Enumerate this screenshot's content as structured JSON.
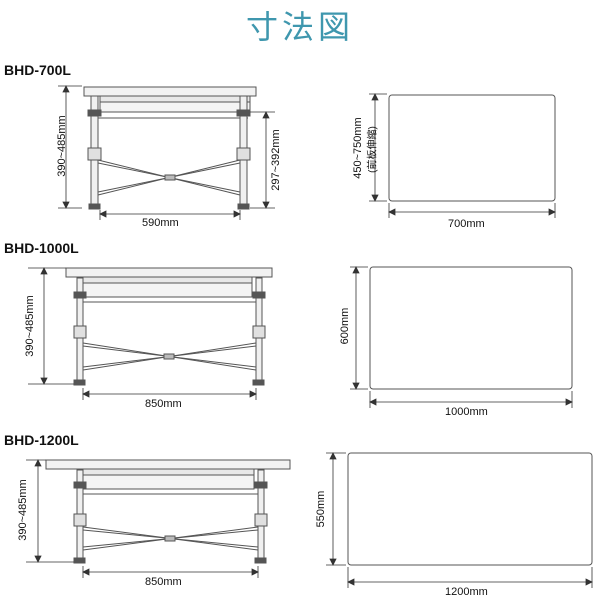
{
  "page": {
    "title": "寸法図"
  },
  "products": [
    {
      "model": "BHD-700L",
      "side_height": "390~485mm",
      "side_width": "590mm",
      "inner_height": "297~392mm",
      "top_depth": "450~750mm",
      "top_depth_note": "(前板伸縮)",
      "top_width": "700mm"
    },
    {
      "model": "BHD-1000L",
      "side_height": "390~485mm",
      "side_width": "850mm",
      "top_depth": "600mm",
      "top_width": "1000mm"
    },
    {
      "model": "BHD-1200L",
      "side_height": "390~485mm",
      "side_width": "850mm",
      "top_depth": "550mm",
      "top_width": "1200mm"
    }
  ]
}
